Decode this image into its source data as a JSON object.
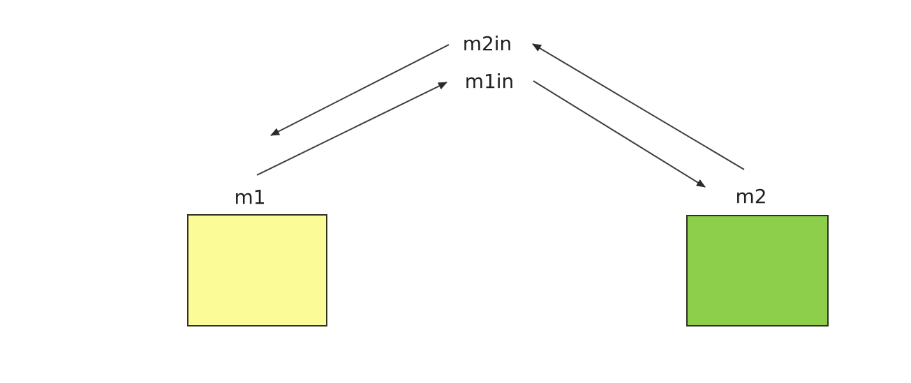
{
  "diagram": {
    "background_color": "#ffffff",
    "edge_color": "#3d3d3d",
    "nodes": {
      "m1": {
        "label": "m1",
        "fill": "#fbfb98",
        "border_color": "#30301f"
      },
      "m2": {
        "label": "m2",
        "fill": "#8dce4a",
        "border_color": "#30301f"
      }
    },
    "ports": {
      "m2in": {
        "label": "m2in"
      },
      "m1in": {
        "label": "m1in"
      }
    },
    "edges": [
      {
        "from": "m2in",
        "to": "m1",
        "arrowhead_at": "m1 side"
      },
      {
        "from": "m1",
        "to": "m1in",
        "arrowhead_at": "m1in"
      },
      {
        "from": "m2",
        "to": "m2in",
        "arrowhead_at": "m2in"
      },
      {
        "from": "m1in",
        "to": "m2",
        "arrowhead_at": "m2 side"
      }
    ]
  }
}
